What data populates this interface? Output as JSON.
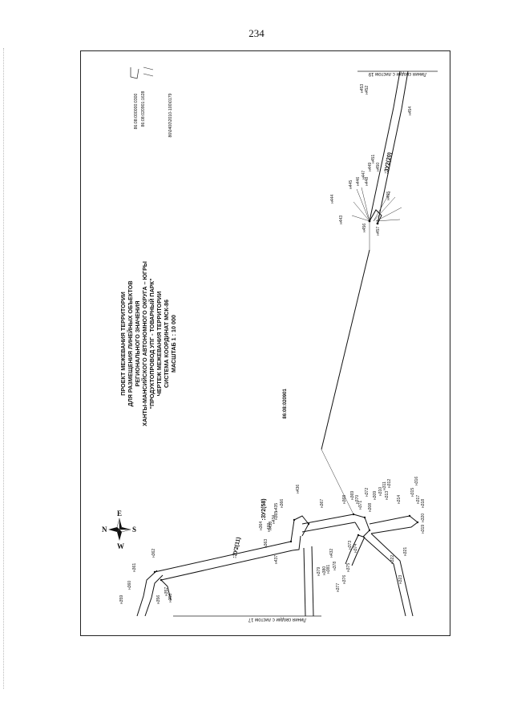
{
  "page_number": "234",
  "title_lines": [
    "ПРОЕКТ МЕЖЕВАНИЯ ТЕРРИТОРИИ",
    "ДЛЯ РАЗМЕЩЕНИЯ ЛИНЕЙНЫХ ОБЪЕКТОВ",
    "РЕГИОНАЛЬНОГО ЗНАЧЕНИЯ",
    "ХАНТЫ-МАНСИЙСКОГО АВТОНОМНОГО ОКРУГА – ЮГРЫ",
    "\"ПРОДУКТОПРОВОД УПГ - ТОВАРНЫЙ ПАРК\"",
    "ЧЕРТЕЖ МЕЖЕВАНИЯ ТЕРРИТОРИИ",
    "СИСТЕМА КООРДИНАТ МСК-86",
    "МАСШТАБ 1 : 10 000"
  ],
  "cadastral_numbers": {
    "quarter_main": "86:08:020901",
    "legend_1": "86:08:000000:0300",
    "legend_2": "86:08:020901:1628",
    "legend_3": "86\\0400\\2010-100\\0179"
  },
  "zones": {
    "zu1_11": ":ЗУ2(11)",
    "zu2_58": ":ЗУ2(58)",
    "zu2_20": ":ЗУ2(20)"
  },
  "match_lines": {
    "sheet_17": "Линия сводки с листом 17",
    "sheet_19": "Линия сводки с листом 19"
  },
  "compass": {
    "n": "N",
    "e": "E",
    "s": "S",
    "w": "W"
  },
  "point_labels": {
    "p359": "н359",
    "p360": "н360",
    "p361": "н361",
    "p362": "н362",
    "p356": "н356",
    "p357": "н357",
    "p358": "н358",
    "p363": "н363",
    "p364": "н364",
    "p365": "н365",
    "p366": "н366",
    "p367": "н367",
    "p368": "н368",
    "p369": "н369",
    "p370": "н370",
    "p371": "н371",
    "p372": "н372",
    "p373": "н373",
    "p374": "н374",
    "p375": "н375",
    "p376": "н376",
    "p377": "н377",
    "p378": "н378",
    "p379": "н379",
    "p380": "н380",
    "p381": "н381",
    "p308": "н308",
    "p309": "н309",
    "p310": "н310",
    "p311": "н311",
    "p312": "н312",
    "p313": "н313",
    "p314": "н314",
    "p315": "н315",
    "p316": "н316",
    "p317": "н317",
    "p318": "н318",
    "p319": "н319",
    "p320": "н320",
    "p321": "н321",
    "p322": "н322",
    "p323": "н323",
    "p432": "н432",
    "p433": "н433",
    "p434": "н434",
    "p435": "н435",
    "p436": "н436",
    "p437": "н437",
    "p438": "н438",
    "p443": "н443",
    "p444": "н444",
    "p445": "н445",
    "p446": "н446",
    "p447": "н447",
    "p448": "н448",
    "p449": "н449",
    "p450": "н450",
    "p451": "н451",
    "p452": "н452",
    "p453": "н453",
    "p454": "н454",
    "p455": "н455",
    "p456": "н456",
    "p457": "н457"
  }
}
